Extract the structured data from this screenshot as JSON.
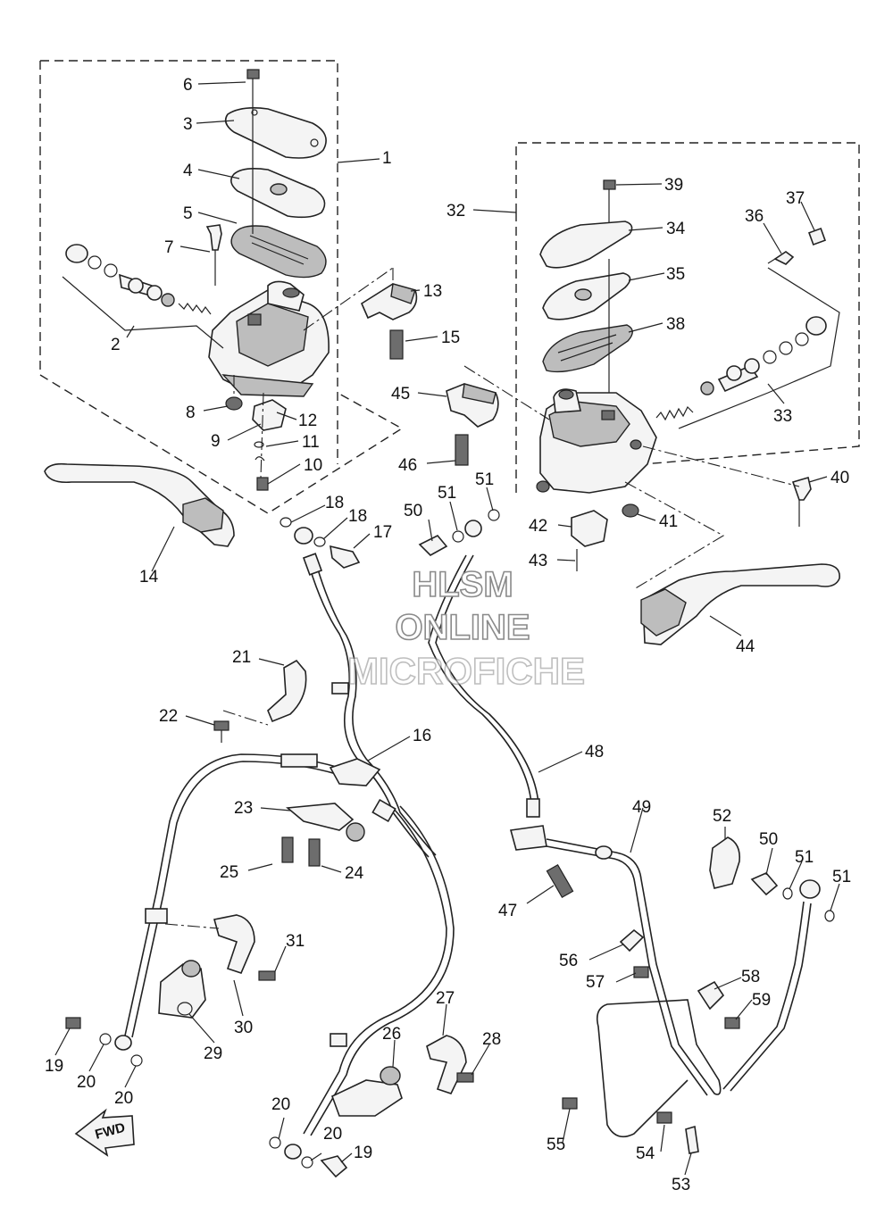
{
  "watermark": {
    "line1": "HLSM",
    "line2": "ONLINE",
    "line3": "MICROFICHE"
  },
  "fwd_label": "FWD",
  "callouts": [
    "1",
    "2",
    "3",
    "4",
    "5",
    "6",
    "7",
    "8",
    "9",
    "10",
    "11",
    "12",
    "13",
    "14",
    "15",
    "16",
    "17",
    "18",
    "18",
    "19",
    "19",
    "20",
    "20",
    "20",
    "20",
    "21",
    "22",
    "23",
    "24",
    "25",
    "26",
    "27",
    "28",
    "29",
    "30",
    "31",
    "32",
    "33",
    "34",
    "35",
    "36",
    "37",
    "38",
    "39",
    "40",
    "41",
    "42",
    "43",
    "44",
    "45",
    "46",
    "47",
    "48",
    "49",
    "50",
    "50",
    "51",
    "51",
    "51",
    "51",
    "52",
    "53",
    "54",
    "55",
    "56",
    "57",
    "58",
    "59"
  ]
}
